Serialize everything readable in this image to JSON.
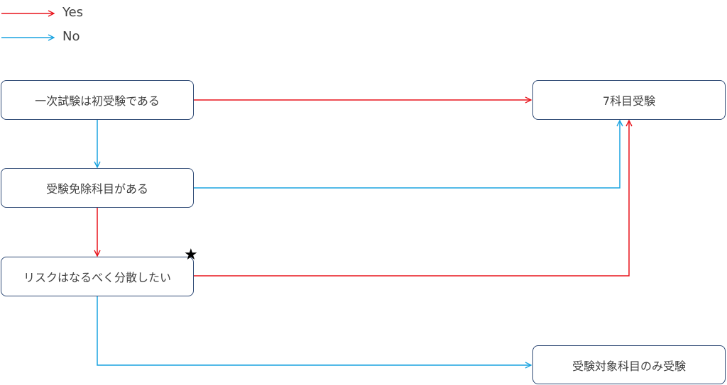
{
  "legend": {
    "yes_label": "Yes",
    "no_label": "No"
  },
  "nodes": {
    "first_exam": "一次試験は初受験である",
    "exemption": "受験免除科目がある",
    "risk": "リスクはなるべく分散したい",
    "seven_subjects": "7科目受験",
    "target_only": "受験対象科目のみ受験"
  },
  "marker": "★",
  "colors": {
    "yes": "#e8131b",
    "no": "#1aa3e0",
    "box_border": "#2f4a75",
    "text": "#404040"
  }
}
